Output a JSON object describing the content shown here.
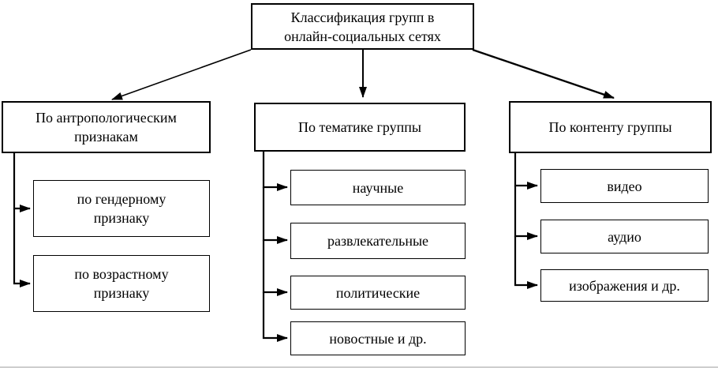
{
  "diagram": {
    "root": {
      "label": "Классификация групп в\nонлайн-социальных сетях"
    },
    "branches": [
      {
        "label": "По антропологическим\nпризнакам",
        "children": [
          {
            "label": "по гендерному\nпризнаку"
          },
          {
            "label": "по возрастному\nпризнаку"
          }
        ]
      },
      {
        "label": "По тематике группы",
        "children": [
          {
            "label": "научные"
          },
          {
            "label": "развлекательные"
          },
          {
            "label": "политические"
          },
          {
            "label": "новостные и др."
          }
        ]
      },
      {
        "label": "По контенту группы",
        "children": [
          {
            "label": "видео"
          },
          {
            "label": "аудио"
          },
          {
            "label": "изображения и др."
          }
        ]
      }
    ],
    "colors": {
      "line": "#000000",
      "box_border": "#000000",
      "box_fill": "#ffffff",
      "text": "#000000",
      "page_background": "#ffffff"
    }
  }
}
